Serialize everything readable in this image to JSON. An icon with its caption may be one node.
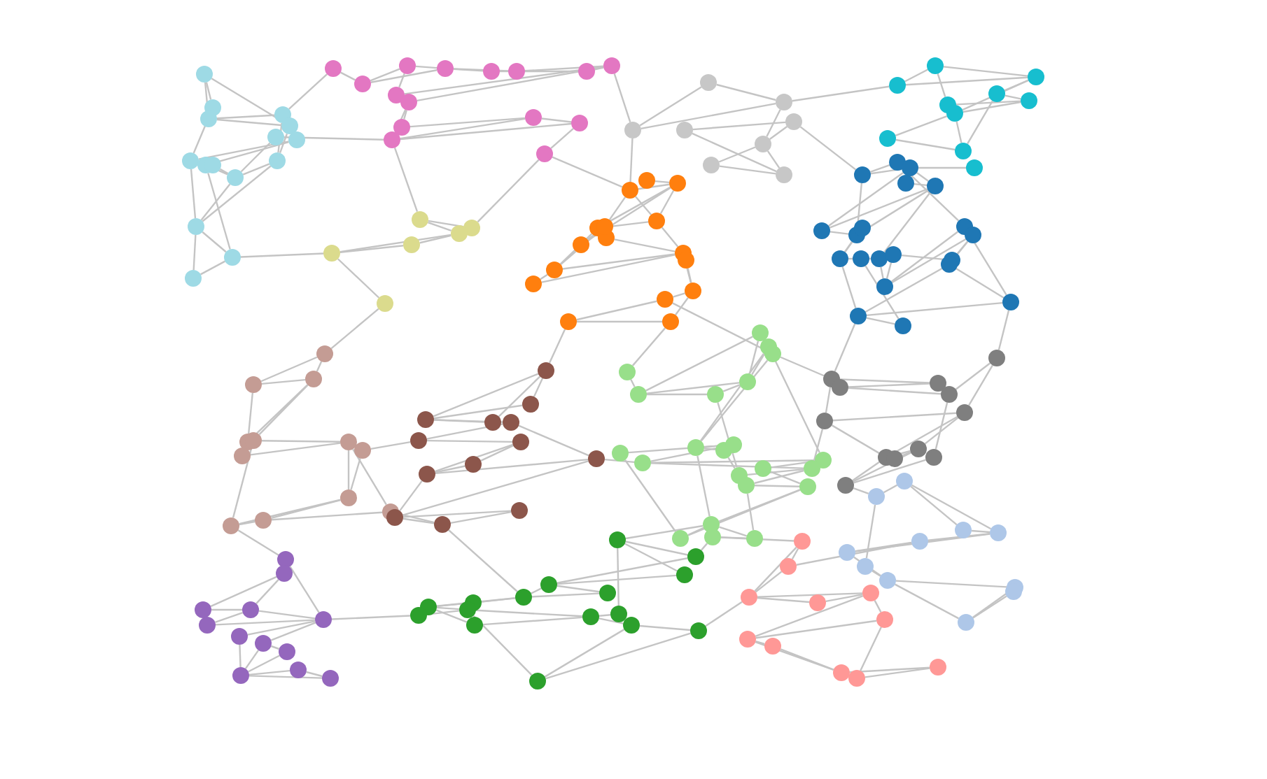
{
  "diagram": {
    "nodes": [
      {
        "text": [],
        "shape": "circle"
      },
      {
        "text": [],
        "shape": "circle"
      },
      {
        "text": [],
        "shape": "circle"
      },
      {
        "text": [],
        "shape": "circle"
      },
      {
        "text": [],
        "shape": "circle"
      },
      {
        "text": [],
        "shape": "circle"
      },
      {
        "text": [],
        "shape": "circle"
      },
      {
        "text": [],
        "shape": "circle"
      },
      {
        "text": [],
        "shape": "circle"
      },
      {
        "text": [],
        "shape": "circle"
      },
      {
        "text": [],
        "shape": "circle"
      },
      {
        "text": [],
        "shape": "circle"
      },
      {
        "text": [],
        "shape": "circle"
      },
      {
        "text": [],
        "shape": "circle"
      },
      {
        "text": [],
        "shape": "circle"
      },
      {
        "text": [],
        "shape": "circle"
      },
      {
        "text": [],
        "shape": "circle"
      },
      {
        "text": [],
        "shape": "circle"
      },
      {
        "text": [],
        "shape": "circle"
      },
      {
        "text": [],
        "shape": "circle"
      },
      {
        "text": [],
        "shape": "circle"
      },
      {
        "text": [],
        "shape": "circle"
      },
      {
        "text": [],
        "shape": "circle"
      },
      {
        "text": [],
        "shape": "circle"
      },
      {
        "text": [],
        "shape": "circle"
      },
      {
        "text": [],
        "shape": "circle"
      },
      {
        "text": [],
        "shape": "circle"
      },
      {
        "text": [],
        "shape": "circle"
      },
      {
        "text": [],
        "shape": "circle"
      },
      {
        "text": [],
        "shape": "circle"
      },
      {
        "text": [],
        "shape": "circle"
      },
      {
        "text": [],
        "shape": "circle"
      },
      {
        "text": [],
        "shape": "circle"
      },
      {
        "text": [],
        "shape": "circle"
      },
      {
        "text": [],
        "shape": "circle"
      },
      {
        "text": [],
        "shape": "circle"
      },
      {
        "text": [],
        "shape": "circle"
      },
      {
        "text": [],
        "shape": "circle"
      },
      {
        "text": [],
        "shape": "circle"
      },
      {
        "text": [],
        "shape": "circle"
      },
      {
        "text": [],
        "shape": "circle"
      },
      {
        "text": [],
        "shape": "circle"
      },
      {
        "text": [],
        "shape": "circle"
      },
      {
        "text": [],
        "shape": "circle"
      },
      {
        "text": [],
        "shape": "circle"
      },
      {
        "text": [],
        "shape": "circle"
      },
      {
        "text": [],
        "shape": "circle"
      },
      {
        "text": [],
        "shape": "circle"
      },
      {
        "text": [],
        "shape": "circle"
      },
      {
        "text": [],
        "shape": "circle"
      },
      {
        "text": [],
        "shape": "circle"
      },
      {
        "text": [],
        "shape": "circle"
      },
      {
        "text": [],
        "shape": "circle"
      },
      {
        "text": [],
        "shape": "circle"
      },
      {
        "text": [],
        "shape": "circle"
      },
      {
        "text": [],
        "shape": "circle"
      },
      {
        "text": [],
        "shape": "circle"
      },
      {
        "text": [],
        "shape": "circle"
      },
      {
        "text": [],
        "shape": "circle"
      },
      {
        "text": [],
        "shape": "circle"
      },
      {
        "text": [],
        "shape": "circle"
      },
      {
        "text": [],
        "shape": "circle"
      },
      {
        "text": [],
        "shape": "circle"
      },
      {
        "text": [],
        "shape": "circle"
      },
      {
        "text": [],
        "shape": "circle"
      },
      {
        "text": [],
        "shape": "circle"
      },
      {
        "text": [],
        "shape": "circle"
      },
      {
        "text": [],
        "shape": "circle"
      },
      {
        "text": [],
        "shape": "circle"
      },
      {
        "text": [],
        "shape": "circle"
      },
      {
        "text": [],
        "shape": "circle"
      },
      {
        "text": [],
        "shape": "circle"
      },
      {
        "text": [],
        "shape": "circle"
      },
      {
        "text": [],
        "shape": "circle"
      },
      {
        "text": [],
        "shape": "circle"
      },
      {
        "text": [],
        "shape": "circle"
      },
      {
        "text": [],
        "shape": "circle"
      },
      {
        "text": [],
        "shape": "circle"
      },
      {
        "text": [],
        "shape": "circle"
      },
      {
        "text": [],
        "shape": "circle"
      },
      {
        "text": [],
        "shape": "circle"
      },
      {
        "text": [],
        "shape": "circle"
      },
      {
        "text": [],
        "shape": "circle"
      },
      {
        "text": [],
        "shape": "circle"
      },
      {
        "text": [],
        "shape": "circle"
      },
      {
        "text": [],
        "shape": "circle"
      },
      {
        "text": [],
        "shape": "circle"
      },
      {
        "text": [],
        "shape": "circle"
      },
      {
        "text": [],
        "shape": "circle"
      },
      {
        "text": [],
        "shape": "circle"
      },
      {
        "text": [],
        "shape": "circle"
      },
      {
        "text": [],
        "shape": "circle"
      },
      {
        "text": [],
        "shape": "circle"
      },
      {
        "text": [],
        "shape": "circle"
      },
      {
        "text": [],
        "shape": "circle"
      },
      {
        "text": [],
        "shape": "circle"
      },
      {
        "text": [],
        "shape": "circle"
      },
      {
        "text": [],
        "shape": "circle"
      },
      {
        "text": [],
        "shape": "circle"
      },
      {
        "text": [],
        "shape": "circle"
      },
      {
        "text": [],
        "shape": "circle"
      },
      {
        "text": [],
        "shape": "circle"
      },
      {
        "text": [],
        "shape": "circle"
      },
      {
        "text": [],
        "shape": "circle"
      },
      {
        "text": [],
        "shape": "circle"
      },
      {
        "text": [],
        "shape": "circle"
      },
      {
        "text": [],
        "shape": "circle"
      },
      {
        "text": [],
        "shape": "circle"
      },
      {
        "text": [],
        "shape": "circle"
      },
      {
        "text": [],
        "shape": "circle"
      },
      {
        "text": [],
        "shape": "circle"
      },
      {
        "text": [],
        "shape": "circle"
      },
      {
        "text": [],
        "shape": "circle"
      },
      {
        "text": [],
        "shape": "circle"
      },
      {
        "text": [],
        "shape": "circle"
      },
      {
        "text": [],
        "shape": "circle"
      },
      {
        "text": [],
        "shape": "circle"
      },
      {
        "text": [],
        "shape": "circle"
      },
      {
        "text": [],
        "shape": "circle"
      },
      {
        "text": [],
        "shape": "circle"
      },
      {
        "text": [],
        "shape": "circle"
      },
      {
        "text": [],
        "shape": "circle"
      },
      {
        "text": [],
        "shape": "circle"
      },
      {
        "text": [],
        "shape": "circle"
      },
      {
        "text": [],
        "shape": "circle"
      },
      {
        "text": [],
        "shape": "circle"
      },
      {
        "text": [],
        "shape": "circle"
      },
      {
        "text": [],
        "shape": "circle"
      },
      {
        "text": [],
        "shape": "circle"
      },
      {
        "text": [],
        "shape": "circle"
      },
      {
        "text": [],
        "shape": "circle"
      },
      {
        "text": [],
        "shape": "circle"
      },
      {
        "text": [],
        "shape": "circle"
      },
      {
        "text": [],
        "shape": "circle"
      },
      {
        "text": [],
        "shape": "circle"
      },
      {
        "text": [],
        "shape": "circle"
      },
      {
        "text": [],
        "shape": "circle"
      },
      {
        "text": [],
        "shape": "circle"
      },
      {
        "text": [],
        "shape": "circle"
      },
      {
        "text": [],
        "shape": "circle"
      },
      {
        "text": [],
        "shape": "circle"
      },
      {
        "text": [],
        "shape": "circle"
      },
      {
        "text": [],
        "shape": "circle"
      },
      {
        "text": [],
        "shape": "circle"
      },
      {
        "text": [],
        "shape": "circle"
      },
      {
        "text": [],
        "shape": "circle"
      },
      {
        "text": [],
        "shape": "circle"
      },
      {
        "text": [],
        "shape": "circle"
      },
      {
        "text": [],
        "shape": "circle"
      },
      {
        "text": [],
        "shape": "circle"
      },
      {
        "text": [],
        "shape": "circle"
      },
      {
        "text": [],
        "shape": "circle"
      },
      {
        "text": [],
        "shape": "circle"
      },
      {
        "text": [],
        "shape": "circle"
      },
      {
        "text": [],
        "shape": "circle"
      },
      {
        "text": [],
        "shape": "circle"
      },
      {
        "text": [],
        "shape": "circle"
      },
      {
        "text": [],
        "shape": "circle"
      },
      {
        "text": [],
        "shape": "circle"
      },
      {
        "text": [],
        "shape": "circle"
      },
      {
        "text": [],
        "shape": "circle"
      },
      {
        "text": [],
        "shape": "circle"
      },
      {
        "text": [],
        "shape": "circle"
      },
      {
        "text": [],
        "shape": "circle"
      },
      {
        "text": [],
        "shape": "circle"
      },
      {
        "text": [],
        "shape": "circle"
      },
      {
        "text": [],
        "shape": "circle"
      },
      {
        "text": [],
        "shape": "circle"
      },
      {
        "text": [],
        "shape": "circle"
      },
      {
        "text": [],
        "shape": "circle"
      },
      {
        "text": [],
        "shape": "circle"
      },
      {
        "text": [],
        "shape": "circle"
      },
      {
        "text": [],
        "shape": "circle"
      },
      {
        "text": [],
        "shape": "circle"
      },
      {
        "text": [],
        "shape": "circle"
      },
      {
        "text": [],
        "shape": "circle"
      },
      {
        "text": [],
        "shape": "circle"
      },
      {
        "text": [],
        "shape": "circle"
      },
      {
        "text": [],
        "shape": "circle"
      },
      {
        "text": [],
        "shape": "circle"
      },
      {
        "text": [],
        "shape": "circle"
      },
      {
        "text": [],
        "shape": "circle"
      },
      {
        "text": [],
        "shape": "circle"
      },
      {
        "text": [],
        "shape": "circle"
      },
      {
        "text": [],
        "shape": "circle"
      },
      {
        "text": [],
        "shape": "circle"
      },
      {
        "text": [],
        "shape": "circle"
      },
      {
        "text": [],
        "shape": "circle"
      },
      {
        "text": [],
        "shape": "circle"
      },
      {
        "text": [],
        "shape": "circle"
      },
      {
        "text": [],
        "shape": "circle"
      },
      {
        "text": [],
        "shape": "circle"
      },
      {
        "text": [],
        "shape": "circle"
      },
      {
        "text": [],
        "shape": "circle"
      },
      {
        "text": [],
        "shape": "circle"
      },
      {
        "text": [],
        "shape": "circle"
      },
      {
        "text": [],
        "shape": "circle"
      },
      {
        "text": [],
        "shape": "circle"
      },
      {
        "text": [],
        "shape": "circle"
      }
    ],
    "edges": [
      {
        "from": 0,
        "to": 1,
        "arrow": "none"
      },
      {
        "from": 1,
        "to": 7,
        "arrow": "none"
      },
      {
        "from": 2,
        "to": 3,
        "arrow": "none"
      },
      {
        "from": 3,
        "to": 11,
        "arrow": "none"
      },
      {
        "from": 4,
        "to": 0,
        "arrow": "none"
      },
      {
        "from": 5,
        "to": 10,
        "arrow": "none"
      },
      {
        "from": 6,
        "to": 7,
        "arrow": "none"
      },
      {
        "from": 7,
        "to": 12,
        "arrow": "none"
      },
      {
        "from": 8,
        "to": 13,
        "arrow": "none"
      },
      {
        "from": 9,
        "to": 10,
        "arrow": "none"
      },
      {
        "from": 10,
        "to": 11,
        "arrow": "none"
      },
      {
        "from": 11,
        "to": 12,
        "arrow": "none"
      },
      {
        "from": 12,
        "to": 13,
        "arrow": "none"
      },
      {
        "from": 13,
        "to": 14,
        "arrow": "none"
      },
      {
        "from": 0,
        "to": 2,
        "arrow": "none"
      },
      {
        "from": 2,
        "to": 4,
        "arrow": "none"
      },
      {
        "from": 4,
        "to": 11,
        "arrow": "none"
      },
      {
        "from": 6,
        "to": 8,
        "arrow": "none"
      },
      {
        "from": 8,
        "to": 10,
        "arrow": "none"
      },
      {
        "from": 10,
        "to": 12,
        "arrow": "none"
      },
      {
        "from": 12,
        "to": 14,
        "arrow": "none"
      },
      {
        "from": 15,
        "to": 16,
        "arrow": "none"
      },
      {
        "from": 16,
        "to": 17,
        "arrow": "none"
      },
      {
        "from": 17,
        "to": 18,
        "arrow": "none"
      },
      {
        "from": 18,
        "to": 19,
        "arrow": "none"
      },
      {
        "from": 19,
        "to": 20,
        "arrow": "none"
      },
      {
        "from": 20,
        "to": 21,
        "arrow": "none"
      },
      {
        "from": 21,
        "to": 22,
        "arrow": "none"
      },
      {
        "from": 22,
        "to": 23,
        "arrow": "none"
      },
      {
        "from": 23,
        "to": 17,
        "arrow": "none"
      },
      {
        "from": 24,
        "to": 25,
        "arrow": "none"
      },
      {
        "from": 25,
        "to": 27,
        "arrow": "none"
      },
      {
        "from": 26,
        "to": 27,
        "arrow": "none"
      },
      {
        "from": 27,
        "to": 28,
        "arrow": "none"
      },
      {
        "from": 28,
        "to": 29,
        "arrow": "none"
      },
      {
        "from": 16,
        "to": 18,
        "arrow": "none"
      },
      {
        "from": 18,
        "to": 20,
        "arrow": "none"
      },
      {
        "from": 20,
        "to": 22,
        "arrow": "none"
      },
      {
        "from": 22,
        "to": 24,
        "arrow": "none"
      },
      {
        "from": 24,
        "to": 26,
        "arrow": "none"
      },
      {
        "from": 26,
        "to": 28,
        "arrow": "none"
      },
      {
        "from": 30,
        "to": 31,
        "arrow": "none"
      },
      {
        "from": 31,
        "to": 32,
        "arrow": "none"
      },
      {
        "from": 32,
        "to": 33,
        "arrow": "none"
      },
      {
        "from": 33,
        "to": 34,
        "arrow": "none"
      },
      {
        "from": 34,
        "to": 35,
        "arrow": "none"
      },
      {
        "from": 35,
        "to": 30,
        "arrow": "none"
      },
      {
        "from": 36,
        "to": 37,
        "arrow": "none"
      },
      {
        "from": 37,
        "to": 38,
        "arrow": "none"
      },
      {
        "from": 38,
        "to": 33,
        "arrow": "none"
      },
      {
        "from": 30,
        "to": 32,
        "arrow": "none"
      },
      {
        "from": 32,
        "to": 36,
        "arrow": "none"
      },
      {
        "from": 34,
        "to": 36,
        "arrow": "none"
      },
      {
        "from": 36,
        "to": 38,
        "arrow": "none"
      },
      {
        "from": 40,
        "to": 41,
        "arrow": "none"
      },
      {
        "from": 41,
        "to": 53,
        "arrow": "none"
      },
      {
        "from": 42,
        "to": 45,
        "arrow": "none"
      },
      {
        "from": 43,
        "to": 44,
        "arrow": "none"
      },
      {
        "from": 44,
        "to": 45,
        "arrow": "none"
      },
      {
        "from": 45,
        "to": 46,
        "arrow": "none"
      },
      {
        "from": 46,
        "to": 40,
        "arrow": "none"
      },
      {
        "from": 47,
        "to": 48,
        "arrow": "none"
      },
      {
        "from": 48,
        "to": 58,
        "arrow": "none"
      },
      {
        "from": 49,
        "to": 59,
        "arrow": "none"
      },
      {
        "from": 50,
        "to": 44,
        "arrow": "none"
      },
      {
        "from": 51,
        "to": 52,
        "arrow": "none"
      },
      {
        "from": 52,
        "to": 53,
        "arrow": "none"
      },
      {
        "from": 53,
        "to": 57,
        "arrow": "none"
      },
      {
        "from": 54,
        "to": 55,
        "arrow": "none"
      },
      {
        "from": 55,
        "to": 51,
        "arrow": "none"
      },
      {
        "from": 56,
        "to": 57,
        "arrow": "none"
      },
      {
        "from": 57,
        "to": 58,
        "arrow": "none"
      },
      {
        "from": 58,
        "to": 59,
        "arrow": "none"
      },
      {
        "from": 40,
        "to": 42,
        "arrow": "none"
      },
      {
        "from": 42,
        "to": 44,
        "arrow": "none"
      },
      {
        "from": 44,
        "to": 46,
        "arrow": "none"
      },
      {
        "from": 46,
        "to": 48,
        "arrow": "none"
      },
      {
        "from": 48,
        "to": 50,
        "arrow": "none"
      },
      {
        "from": 50,
        "to": 52,
        "arrow": "none"
      },
      {
        "from": 52,
        "to": 54,
        "arrow": "none"
      },
      {
        "from": 54,
        "to": 56,
        "arrow": "none"
      },
      {
        "from": 56,
        "to": 58,
        "arrow": "none"
      },
      {
        "from": 60,
        "to": 61,
        "arrow": "none"
      },
      {
        "from": 61,
        "to": 62,
        "arrow": "none"
      },
      {
        "from": 63,
        "to": 67,
        "arrow": "none"
      },
      {
        "from": 63,
        "to": 64,
        "arrow": "none"
      },
      {
        "from": 64,
        "to": 65,
        "arrow": "none"
      },
      {
        "from": 65,
        "to": 66,
        "arrow": "none"
      },
      {
        "from": 66,
        "to": 67,
        "arrow": "none"
      },
      {
        "from": 60,
        "to": 62,
        "arrow": "none"
      },
      {
        "from": 62,
        "to": 64,
        "arrow": "none"
      },
      {
        "from": 64,
        "to": 66,
        "arrow": "none"
      },
      {
        "from": 68,
        "to": 71,
        "arrow": "none"
      },
      {
        "from": 69,
        "to": 70,
        "arrow": "none"
      },
      {
        "from": 70,
        "to": 71,
        "arrow": "none"
      },
      {
        "from": 71,
        "to": 72,
        "arrow": "none"
      },
      {
        "from": 72,
        "to": 76,
        "arrow": "none"
      },
      {
        "from": 73,
        "to": 78,
        "arrow": "none"
      },
      {
        "from": 74,
        "to": 75,
        "arrow": "none"
      },
      {
        "from": 75,
        "to": 70,
        "arrow": "none"
      },
      {
        "from": 76,
        "to": 77,
        "arrow": "none"
      },
      {
        "from": 77,
        "to": 78,
        "arrow": "none"
      },
      {
        "from": 78,
        "to": 71,
        "arrow": "none"
      },
      {
        "from": 79,
        "to": 80,
        "arrow": "none"
      },
      {
        "from": 80,
        "to": 81,
        "arrow": "none"
      },
      {
        "from": 81,
        "to": 83,
        "arrow": "none"
      },
      {
        "from": 82,
        "to": 83,
        "arrow": "none"
      },
      {
        "from": 68,
        "to": 70,
        "arrow": "none"
      },
      {
        "from": 70,
        "to": 72,
        "arrow": "none"
      },
      {
        "from": 74,
        "to": 68,
        "arrow": "none"
      },
      {
        "from": 74,
        "to": 76,
        "arrow": "none"
      },
      {
        "from": 76,
        "to": 78,
        "arrow": "none"
      },
      {
        "from": 78,
        "to": 80,
        "arrow": "none"
      },
      {
        "from": 80,
        "to": 82,
        "arrow": "none"
      },
      {
        "from": 84,
        "to": 85,
        "arrow": "none"
      },
      {
        "from": 85,
        "to": 29,
        "arrow": "none"
      },
      {
        "from": 86,
        "to": 87,
        "arrow": "none"
      },
      {
        "from": 87,
        "to": 88,
        "arrow": "none"
      },
      {
        "from": 88,
        "to": 89,
        "arrow": "none"
      },
      {
        "from": 84,
        "to": 86,
        "arrow": "none"
      },
      {
        "from": 86,
        "to": 88,
        "arrow": "none"
      },
      {
        "from": 90,
        "to": 91,
        "arrow": "none"
      },
      {
        "from": 91,
        "to": 92,
        "arrow": "none"
      },
      {
        "from": 92,
        "to": 93,
        "arrow": "none"
      },
      {
        "from": 93,
        "to": 91,
        "arrow": "none"
      },
      {
        "from": 94,
        "to": 99,
        "arrow": "none"
      },
      {
        "from": 95,
        "to": 96,
        "arrow": "none"
      },
      {
        "from": 96,
        "to": 101,
        "arrow": "none"
      },
      {
        "from": 97,
        "to": 98,
        "arrow": "none"
      },
      {
        "from": 98,
        "to": 99,
        "arrow": "none"
      },
      {
        "from": 99,
        "to": 100,
        "arrow": "none"
      },
      {
        "from": 100,
        "to": 101,
        "arrow": "none"
      },
      {
        "from": 90,
        "to": 92,
        "arrow": "none"
      },
      {
        "from": 92,
        "to": 94,
        "arrow": "none"
      },
      {
        "from": 94,
        "to": 96,
        "arrow": "none"
      },
      {
        "from": 96,
        "to": 98,
        "arrow": "none"
      },
      {
        "from": 98,
        "to": 100,
        "arrow": "none"
      },
      {
        "from": 102,
        "to": 103,
        "arrow": "none"
      },
      {
        "from": 103,
        "to": 104,
        "arrow": "none"
      },
      {
        "from": 104,
        "to": 105,
        "arrow": "none"
      },
      {
        "from": 105,
        "to": 102,
        "arrow": "none"
      },
      {
        "from": 106,
        "to": 107,
        "arrow": "none"
      },
      {
        "from": 107,
        "to": 108,
        "arrow": "none"
      },
      {
        "from": 108,
        "to": 109,
        "arrow": "none"
      },
      {
        "from": 109,
        "to": 110,
        "arrow": "none"
      },
      {
        "from": 110,
        "to": 111,
        "arrow": "none"
      },
      {
        "from": 111,
        "to": 112,
        "arrow": "none"
      },
      {
        "from": 112,
        "to": 113,
        "arrow": "none"
      },
      {
        "from": 113,
        "to": 114,
        "arrow": "none"
      },
      {
        "from": 102,
        "to": 104,
        "arrow": "none"
      },
      {
        "from": 104,
        "to": 106,
        "arrow": "none"
      },
      {
        "from": 106,
        "to": 111,
        "arrow": "none"
      },
      {
        "from": 108,
        "to": 110,
        "arrow": "none"
      },
      {
        "from": 110,
        "to": 112,
        "arrow": "none"
      },
      {
        "from": 112,
        "to": 114,
        "arrow": "none"
      },
      {
        "from": 115,
        "to": 116,
        "arrow": "none"
      },
      {
        "from": 116,
        "to": 117,
        "arrow": "none"
      },
      {
        "from": 117,
        "to": 118,
        "arrow": "none"
      },
      {
        "from": 118,
        "to": 119,
        "arrow": "none"
      },
      {
        "from": 119,
        "to": 116,
        "arrow": "none"
      },
      {
        "from": 120,
        "to": 127,
        "arrow": "none"
      },
      {
        "from": 121,
        "to": 122,
        "arrow": "none"
      },
      {
        "from": 122,
        "to": 123,
        "arrow": "none"
      },
      {
        "from": 123,
        "to": 129,
        "arrow": "none"
      },
      {
        "from": 124,
        "to": 125,
        "arrow": "none"
      },
      {
        "from": 125,
        "to": 133,
        "arrow": "none"
      },
      {
        "from": 126,
        "to": 127,
        "arrow": "none"
      },
      {
        "from": 127,
        "to": 131,
        "arrow": "none"
      },
      {
        "from": 128,
        "to": 129,
        "arrow": "none"
      },
      {
        "from": 129,
        "to": 117,
        "arrow": "none"
      },
      {
        "from": 130,
        "to": 135,
        "arrow": "none"
      },
      {
        "from": 131,
        "to": 132,
        "arrow": "none"
      },
      {
        "from": 132,
        "to": 133,
        "arrow": "none"
      },
      {
        "from": 133,
        "to": 134,
        "arrow": "none"
      },
      {
        "from": 134,
        "to": 135,
        "arrow": "none"
      },
      {
        "from": 135,
        "to": 136,
        "arrow": "none"
      },
      {
        "from": 116,
        "to": 118,
        "arrow": "none"
      },
      {
        "from": 118,
        "to": 120,
        "arrow": "none"
      },
      {
        "from": 120,
        "to": 122,
        "arrow": "none"
      },
      {
        "from": 122,
        "to": 124,
        "arrow": "none"
      },
      {
        "from": 124,
        "to": 126,
        "arrow": "none"
      },
      {
        "from": 126,
        "to": 128,
        "arrow": "none"
      },
      {
        "from": 128,
        "to": 130,
        "arrow": "none"
      },
      {
        "from": 130,
        "to": 132,
        "arrow": "none"
      },
      {
        "from": 132,
        "to": 134,
        "arrow": "none"
      },
      {
        "from": 134,
        "to": 122,
        "arrow": "none"
      },
      {
        "from": 137,
        "to": 143,
        "arrow": "none"
      },
      {
        "from": 138,
        "to": 139,
        "arrow": "none"
      },
      {
        "from": 139,
        "to": 137,
        "arrow": "none"
      },
      {
        "from": 140,
        "to": 141,
        "arrow": "none"
      },
      {
        "from": 141,
        "to": 142,
        "arrow": "none"
      },
      {
        "from": 142,
        "to": 143,
        "arrow": "none"
      },
      {
        "from": 143,
        "to": 144,
        "arrow": "none"
      },
      {
        "from": 144,
        "to": 148,
        "arrow": "none"
      },
      {
        "from": 145,
        "to": 146,
        "arrow": "none"
      },
      {
        "from": 146,
        "to": 142,
        "arrow": "none"
      },
      {
        "from": 147,
        "to": 148,
        "arrow": "none"
      },
      {
        "from": 138,
        "to": 140,
        "arrow": "none"
      },
      {
        "from": 140,
        "to": 147,
        "arrow": "none"
      },
      {
        "from": 142,
        "to": 144,
        "arrow": "none"
      },
      {
        "from": 144,
        "to": 146,
        "arrow": "none"
      },
      {
        "from": 146,
        "to": 148,
        "arrow": "none"
      },
      {
        "from": 149,
        "to": 150,
        "arrow": "none"
      },
      {
        "from": 150,
        "to": 151,
        "arrow": "none"
      },
      {
        "from": 151,
        "to": 152,
        "arrow": "none"
      },
      {
        "from": 152,
        "to": 153,
        "arrow": "none"
      },
      {
        "from": 153,
        "to": 154,
        "arrow": "none"
      },
      {
        "from": 155,
        "to": 149,
        "arrow": "none"
      },
      {
        "from": 155,
        "to": 156,
        "arrow": "none"
      },
      {
        "from": 156,
        "to": 157,
        "arrow": "none"
      },
      {
        "from": 157,
        "to": 158,
        "arrow": "none"
      },
      {
        "from": 159,
        "to": 157,
        "arrow": "none"
      },
      {
        "from": 150,
        "to": 152,
        "arrow": "none"
      },
      {
        "from": 152,
        "to": 154,
        "arrow": "none"
      },
      {
        "from": 154,
        "to": 156,
        "arrow": "none"
      },
      {
        "from": 156,
        "to": 158,
        "arrow": "none"
      },
      {
        "from": 160,
        "to": 161,
        "arrow": "none"
      },
      {
        "from": 161,
        "to": 162,
        "arrow": "none"
      },
      {
        "from": 162,
        "to": 163,
        "arrow": "none"
      },
      {
        "from": 163,
        "to": 164,
        "arrow": "none"
      },
      {
        "from": 164,
        "to": 165,
        "arrow": "none"
      },
      {
        "from": 165,
        "to": 166,
        "arrow": "none"
      },
      {
        "from": 166,
        "to": 167,
        "arrow": "none"
      },
      {
        "from": 167,
        "to": 168,
        "arrow": "none"
      },
      {
        "from": 169,
        "to": 165,
        "arrow": "none"
      },
      {
        "from": 169,
        "to": 170,
        "arrow": "none"
      },
      {
        "from": 160,
        "to": 162,
        "arrow": "none"
      },
      {
        "from": 162,
        "to": 164,
        "arrow": "none"
      },
      {
        "from": 164,
        "to": 166,
        "arrow": "none"
      },
      {
        "from": 166,
        "to": 168,
        "arrow": "none"
      },
      {
        "from": 168,
        "to": 170,
        "arrow": "none"
      },
      {
        "from": 171,
        "to": 172,
        "arrow": "none"
      },
      {
        "from": 173,
        "to": 171,
        "arrow": "none"
      },
      {
        "from": 173,
        "to": 174,
        "arrow": "none"
      },
      {
        "from": 174,
        "to": 175,
        "arrow": "none"
      },
      {
        "from": 175,
        "to": 176,
        "arrow": "none"
      },
      {
        "from": 176,
        "to": 177,
        "arrow": "none"
      },
      {
        "from": 177,
        "to": 178,
        "arrow": "none"
      },
      {
        "from": 178,
        "to": 181,
        "arrow": "none"
      },
      {
        "from": 179,
        "to": 180,
        "arrow": "none"
      },
      {
        "from": 180,
        "to": 186,
        "arrow": "none"
      },
      {
        "from": 181,
        "to": 182,
        "arrow": "none"
      },
      {
        "from": 182,
        "to": 183,
        "arrow": "none"
      },
      {
        "from": 183,
        "to": 171,
        "arrow": "none"
      },
      {
        "from": 184,
        "to": 185,
        "arrow": "none"
      },
      {
        "from": 185,
        "to": 186,
        "arrow": "none"
      },
      {
        "from": 172,
        "to": 174,
        "arrow": "none"
      },
      {
        "from": 174,
        "to": 176,
        "arrow": "none"
      },
      {
        "from": 176,
        "to": 178,
        "arrow": "none"
      },
      {
        "from": 178,
        "to": 180,
        "arrow": "none"
      },
      {
        "from": 180,
        "to": 182,
        "arrow": "none"
      },
      {
        "from": 182,
        "to": 184,
        "arrow": "none"
      },
      {
        "from": 184,
        "to": 186,
        "arrow": "none"
      },
      {
        "from": 187,
        "to": 192,
        "arrow": "none"
      },
      {
        "from": 188,
        "to": 189,
        "arrow": "none"
      },
      {
        "from": 189,
        "to": 190,
        "arrow": "none"
      },
      {
        "from": 190,
        "to": 191,
        "arrow": "none"
      },
      {
        "from": 191,
        "to": 192,
        "arrow": "none"
      },
      {
        "from": 192,
        "to": 193,
        "arrow": "none"
      },
      {
        "from": 193,
        "to": 196,
        "arrow": "none"
      },
      {
        "from": 194,
        "to": 195,
        "arrow": "none"
      },
      {
        "from": 195,
        "to": 196,
        "arrow": "none"
      },
      {
        "from": 196,
        "to": 197,
        "arrow": "none"
      },
      {
        "from": 197,
        "to": 198,
        "arrow": "none"
      },
      {
        "from": 188,
        "to": 190,
        "arrow": "none"
      },
      {
        "from": 190,
        "to": 192,
        "arrow": "none"
      },
      {
        "from": 192,
        "to": 194,
        "arrow": "none"
      },
      {
        "from": 194,
        "to": 196,
        "arrow": "none"
      },
      {
        "from": 196,
        "to": 198,
        "arrow": "none"
      },
      {
        "from": 5,
        "to": 26,
        "arrow": "none"
      },
      {
        "from": 13,
        "to": 88,
        "arrow": "none"
      },
      {
        "from": 3,
        "to": 15,
        "arrow": "none"
      },
      {
        "from": 29,
        "to": 68,
        "arrow": "none"
      },
      {
        "from": 26,
        "to": 84,
        "arrow": "none"
      },
      {
        "from": 22,
        "to": 60,
        "arrow": "none"
      },
      {
        "from": 63,
        "to": 40,
        "arrow": "none"
      },
      {
        "from": 62,
        "to": 31,
        "arrow": "none"
      },
      {
        "from": 60,
        "to": 68,
        "arrow": "none"
      },
      {
        "from": 83,
        "to": 102,
        "arrow": "none"
      },
      {
        "from": 82,
        "to": 115,
        "arrow": "none"
      },
      {
        "from": 81,
        "to": 121,
        "arrow": "none"
      },
      {
        "from": 89,
        "to": 90,
        "arrow": "none"
      },
      {
        "from": 97,
        "to": 107,
        "arrow": "none"
      },
      {
        "from": 101,
        "to": 113,
        "arrow": "none"
      },
      {
        "from": 99,
        "to": 187,
        "arrow": "none"
      },
      {
        "from": 192,
        "to": 179,
        "arrow": "none"
      },
      {
        "from": 113,
        "to": 176,
        "arrow": "none"
      },
      {
        "from": 111,
        "to": 126,
        "arrow": "none"
      },
      {
        "from": 134,
        "to": 171,
        "arrow": "none"
      },
      {
        "from": 136,
        "to": 172,
        "arrow": "none"
      },
      {
        "from": 136,
        "to": 160,
        "arrow": "none"
      },
      {
        "from": 128,
        "to": 143,
        "arrow": "none"
      },
      {
        "from": 121,
        "to": 137,
        "arrow": "none"
      },
      {
        "from": 148,
        "to": 149,
        "arrow": "none"
      },
      {
        "from": 153,
        "to": 161,
        "arrow": "none"
      },
      {
        "from": 58,
        "to": 137,
        "arrow": "none"
      },
      {
        "from": 57,
        "to": 141,
        "arrow": "none"
      },
      {
        "from": 162,
        "to": 185,
        "arrow": "none"
      },
      {
        "from": 39,
        "to": 42,
        "arrow": "none"
      }
    ]
  }
}
